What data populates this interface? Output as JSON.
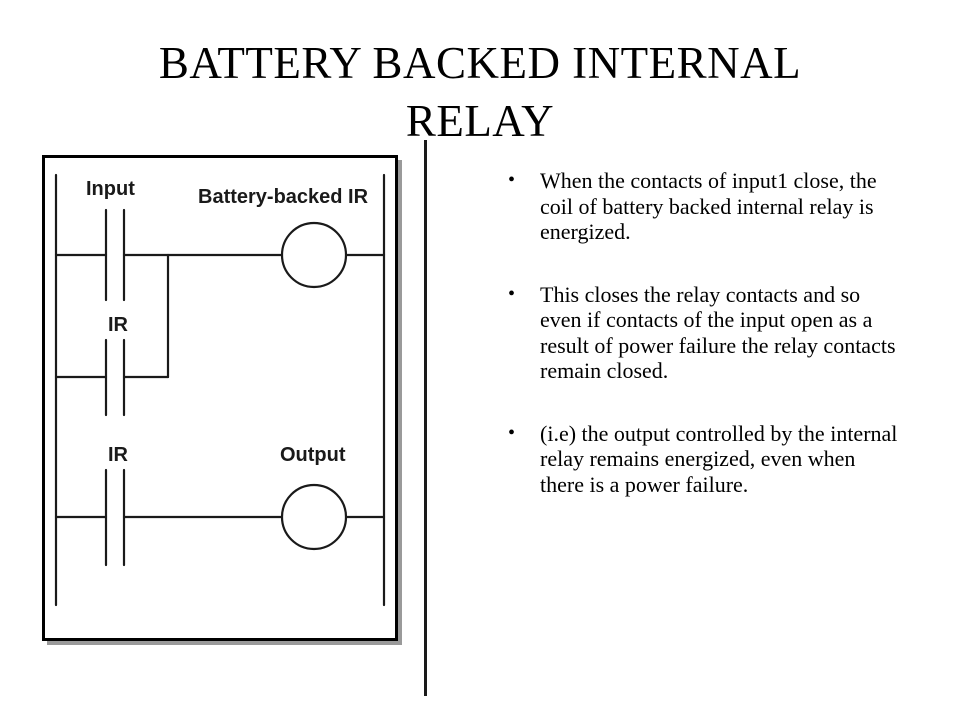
{
  "slide": {
    "title": "BATTERY BACKED INTERNAL RELAY"
  },
  "diagram": {
    "labels": {
      "input": "Input",
      "battery_backed_ir": "Battery-backed IR",
      "ir_contact_1": "IR",
      "ir_contact_2": "IR",
      "output": "Output"
    }
  },
  "bullets": [
    {
      "marker": "•",
      "text": "When the contacts of input1 close, the coil of battery backed internal relay is energized."
    },
    {
      "marker": "•",
      "text": "This closes the relay contacts and so even if contacts of the input open as a result of power failure the relay contacts remain closed."
    },
    {
      "marker": "•",
      "text": "(i.e) the output controlled by the internal relay remains energized, even when there is a power failure."
    }
  ]
}
